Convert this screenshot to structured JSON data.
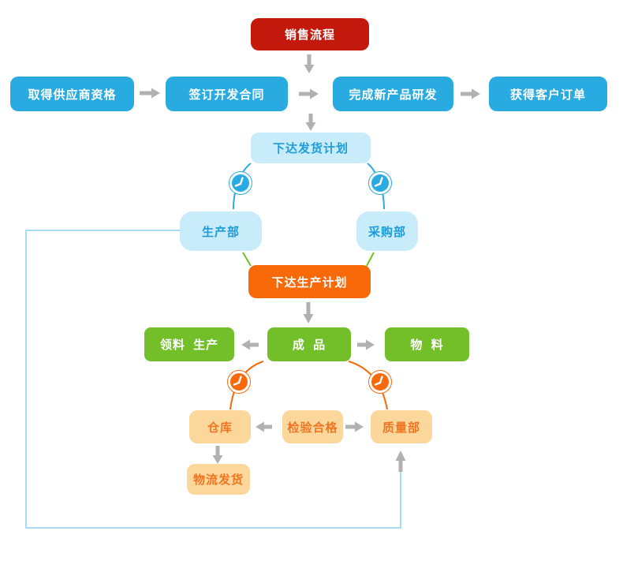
{
  "diagram_title": "销售流程",
  "nodes": {
    "sales_process": "销售流程",
    "supplier_qualification": "取得供应商资格",
    "development_contract": "签订开发合同",
    "new_product_rd": "完成新产品研发",
    "customer_order": "获得客户订单",
    "shipping_plan": "下达发货计划",
    "production_dept": "生产部",
    "purchasing_dept": "采购部",
    "production_plan": "下达生产计划",
    "material_production": "领料  生产",
    "finished_goods": "成  品",
    "materials": "物  料",
    "warehouse": "仓库",
    "inspection_passed": "检验合格",
    "quality_dept": "质量部",
    "logistics_shipping": "物流发货"
  },
  "icons": {
    "clock": "clock-icon"
  },
  "colors": {
    "red": "#c3180c",
    "blue": "#29abe2",
    "light_blue_bg": "#c9ecfb",
    "light_blue_text": "#1e9cd7",
    "orange": "#f8690a",
    "green": "#72bf29",
    "peach_bg": "#fcd79b",
    "peach_text": "#ef7522",
    "arrow_gray": "#b1b1b1",
    "feedback_line": "#a8dcf5"
  }
}
